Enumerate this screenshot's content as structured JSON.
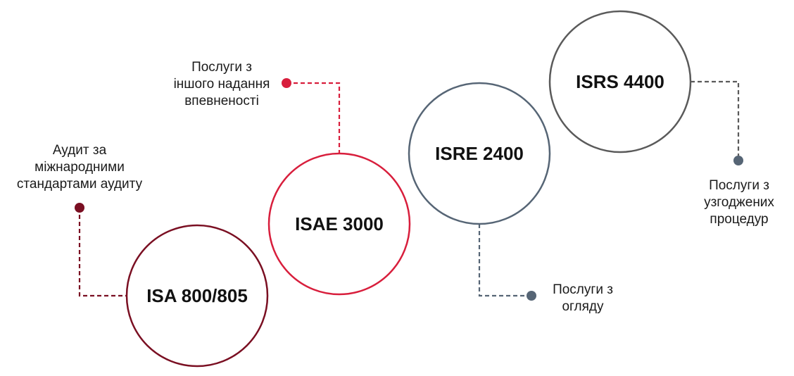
{
  "colors": {
    "isa": "#7a0f22",
    "isae": "#d81e3c",
    "isre": "#566575",
    "isrs": "#5a5a5a",
    "text": "#111111"
  },
  "nodes": [
    {
      "id": "isa",
      "label": "ISA 800/805",
      "note_lines": [
        "Аудит за",
        "міжнародними",
        "стандартами аудиту"
      ]
    },
    {
      "id": "isae",
      "label": "ISAE 3000",
      "note_lines": [
        "Послуги з",
        "іншого надання",
        "впевненості"
      ]
    },
    {
      "id": "isre",
      "label": "ISRE 2400",
      "note_lines": [
        "Послуги з",
        "огляду"
      ]
    },
    {
      "id": "isrs",
      "label": "ISRS 4400",
      "note_lines": [
        "Послуги з",
        "узгоджених",
        "процедур"
      ]
    }
  ]
}
